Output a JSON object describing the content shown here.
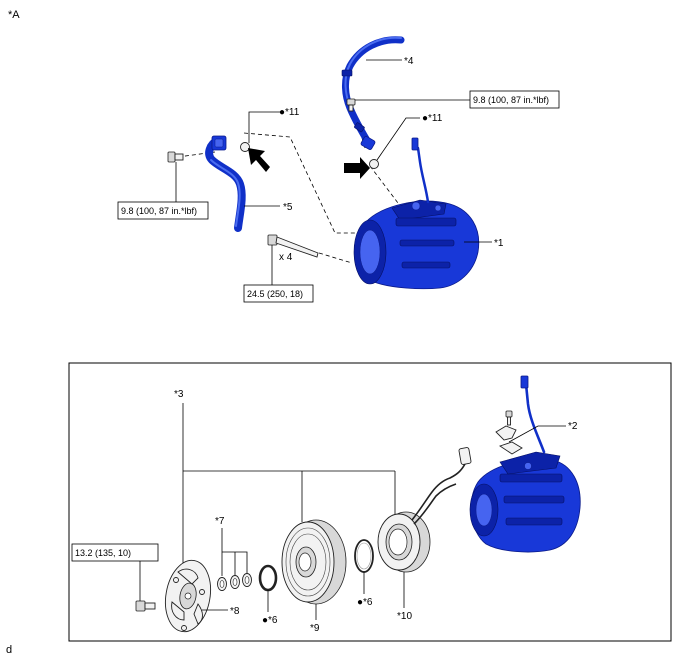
{
  "figure": {
    "corner_id": "*A",
    "footer_code": "d"
  },
  "callouts": {
    "c1": "*1",
    "c2": "*2",
    "c3": "*3",
    "c4": "*4",
    "c5": "*5",
    "c6a": "●*6",
    "c6b": "●*6",
    "c7": "*7",
    "c8": "*8",
    "c9": "*9",
    "c10": "*10",
    "c11a": "●*11",
    "c11b": "●*11"
  },
  "torque": {
    "t_top_right": "9.8 (100, 87 in.*lbf)",
    "t_left": "9.8 (100, 87 in.*lbf)",
    "t_bolt": "24.5 (250, 18)",
    "t_plate": "13.2 (135, 10)"
  },
  "qty": {
    "bolts": "x 4"
  },
  "colors": {
    "part_blue": "#1838d8",
    "line": "#000000",
    "background": "#ffffff"
  }
}
